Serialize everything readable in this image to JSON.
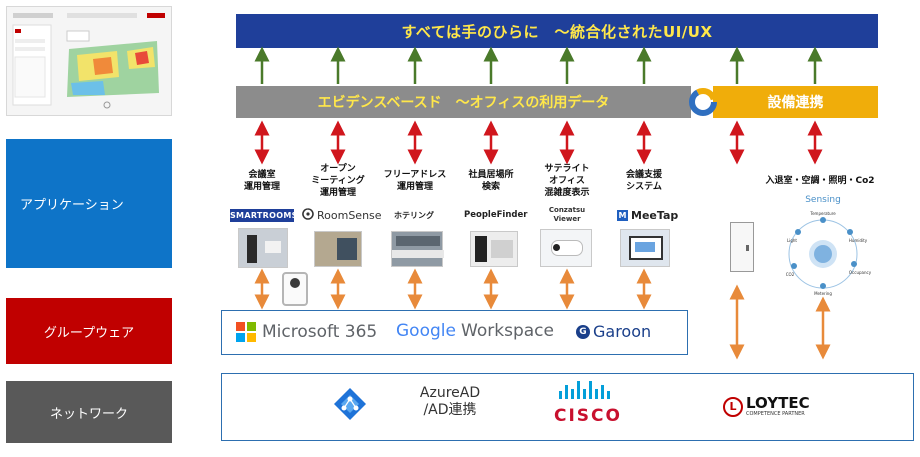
{
  "layers": {
    "application": "アプリケーション",
    "groupware": "グループウェア",
    "network": "ネットワーク"
  },
  "top_bar": "すべては手のひらに　～統合化されたUI/UX",
  "evidence_bar": "エビデンスベースド　～オフィスの利用データ",
  "equipment_bar": "設備連携",
  "apps": [
    {
      "title": "会議室\n運用管理",
      "logo": "SMARTROOMS"
    },
    {
      "title": "オープン\nミーティング\n運用管理",
      "logo": "RoomSense"
    },
    {
      "title": "フリーアドレス\n運用管理",
      "logo": "ホテリング"
    },
    {
      "title": "社員居場所\n検索",
      "logo": "PeopleFinder"
    },
    {
      "title": "サテライト\nオフィス\n混雑度表示",
      "logo": "Conzatsu\nViewer"
    },
    {
      "title": "会議支援\nシステム",
      "logo": "MeeTap"
    }
  ],
  "sensing": {
    "title": "入退室・空調・照明・Co2",
    "label": "Sensing",
    "items": [
      "Temperature",
      "Humidity",
      "Occupancy",
      "Metering",
      "CO2",
      "Light"
    ]
  },
  "groupware": {
    "microsoft": "Microsoft 365",
    "google_g": "Google",
    "google_w": "Workspace",
    "garoon": "Garoon"
  },
  "network": {
    "azure": "AzureAD\n/AD連携",
    "cisco": "CISCO",
    "loytec": "LOYTEC",
    "loytec_sub": "COMPETENCE PARTNER"
  },
  "colors": {
    "navy": "#1f3f9a",
    "yellow_text": "#ffe74a",
    "orange": "#f0ad0a",
    "app_blue": "#0e74c8",
    "group_red": "#c00000",
    "net_gray": "#595959",
    "arrow_green": "#4a7a2a",
    "arrow_red": "#d0161d",
    "arrow_orange": "#e88a3a"
  }
}
